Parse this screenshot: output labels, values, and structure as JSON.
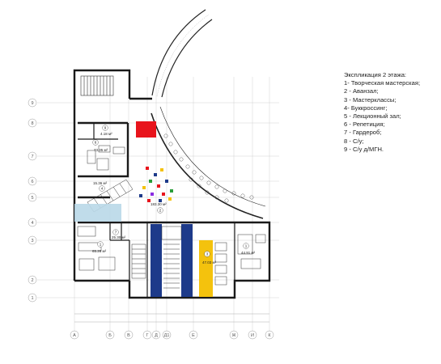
{
  "legend": {
    "title": "Экспликация 2 этажа:",
    "items": [
      "1- Творческая мастерская;",
      "2 - Аванзал;",
      "3 - Мастерклассы;",
      "4- Буккроссинг;",
      "5 - Лекционный зал;",
      "6 - Репетиция;",
      "7 - Гардероб;",
      "8 - С/у;",
      "9 - С/у д/МГН."
    ]
  },
  "grid": {
    "rows": [
      "9",
      "8",
      "7",
      "6",
      "5",
      "4",
      "3",
      "2",
      "1"
    ],
    "cols": [
      "А",
      "Б",
      "В",
      "Г",
      "Д",
      "Д1",
      "Е",
      "Ж",
      "И",
      "К"
    ]
  },
  "rooms": [
    {
      "num": "1",
      "area": "65.28 м²"
    },
    {
      "num": "2",
      "area": "183.30 м²"
    },
    {
      "num": "3",
      "area": "47.03 м²"
    },
    {
      "num": "4",
      "area": "15.36 м²"
    },
    {
      "num": "6",
      "area": "73.35 м²"
    },
    {
      "num": "7",
      "area": "25.30 м²"
    },
    {
      "num": "9",
      "area": "4.18 м²"
    },
    {
      "num": "1",
      "area": "44.91 м²"
    }
  ],
  "colors": {
    "wall": "#1a1a1a",
    "red": "#e8141c",
    "blue": "#1d3a8a",
    "yellow": "#f4c20d",
    "light_blue": "#b9d8e8",
    "grid": "#9a9a9a"
  }
}
